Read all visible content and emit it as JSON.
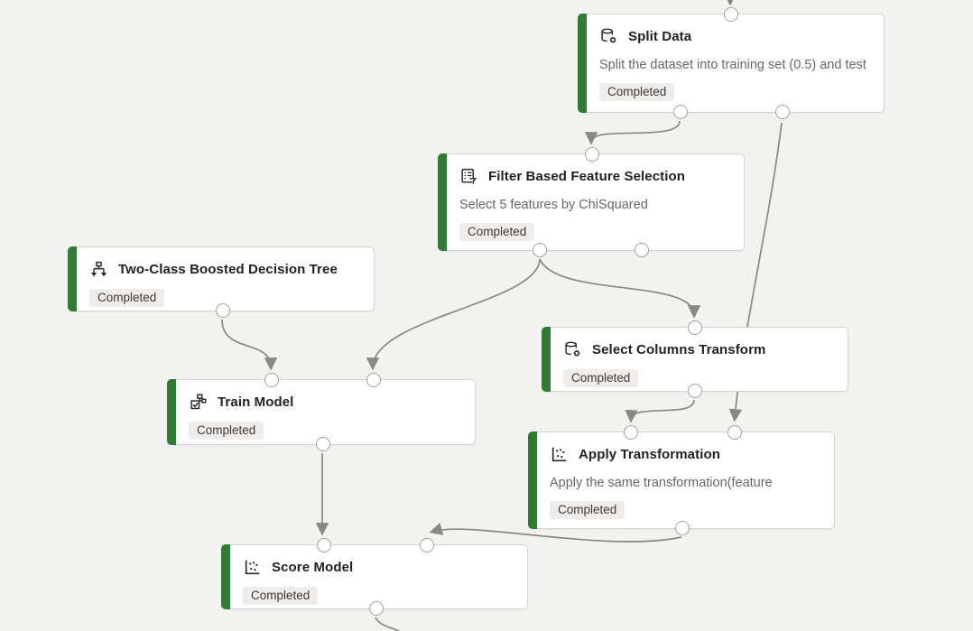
{
  "app": {
    "view": "pipeline-graph-canvas"
  },
  "colors": {
    "canvas_bg": "#f2f2f1",
    "node_bg": "#ffffff",
    "node_border": "#d6d4d2",
    "completed_green": "#2e7d32",
    "edge_gray": "#8a8886",
    "badge_bg": "#efedeb",
    "title_text": "#232221",
    "desc_text": "#6a6866"
  },
  "nodes": [
    {
      "title": "Split Data",
      "description": "Split the dataset into training set (0.5) and test",
      "status": "Completed",
      "icon": "database-gear-icon"
    },
    {
      "title": "Filter Based Feature Selection",
      "description": "Select 5 features by ChiSquared",
      "status": "Completed",
      "icon": "list-filter-icon"
    },
    {
      "title": "Two-Class Boosted Decision Tree",
      "description": "",
      "status": "Completed",
      "icon": "decision-tree-icon"
    },
    {
      "title": "Train Model",
      "description": "",
      "status": "Completed",
      "icon": "trained-model-icon"
    },
    {
      "title": "Select Columns Transform",
      "description": "",
      "status": "Completed",
      "icon": "database-gear-icon"
    },
    {
      "title": "Apply Transformation",
      "description": "Apply the same transformation(feature",
      "status": "Completed",
      "icon": "scatter-plot-icon"
    },
    {
      "title": "Score Model",
      "description": "",
      "status": "Completed",
      "icon": "scatter-plot-icon"
    }
  ]
}
